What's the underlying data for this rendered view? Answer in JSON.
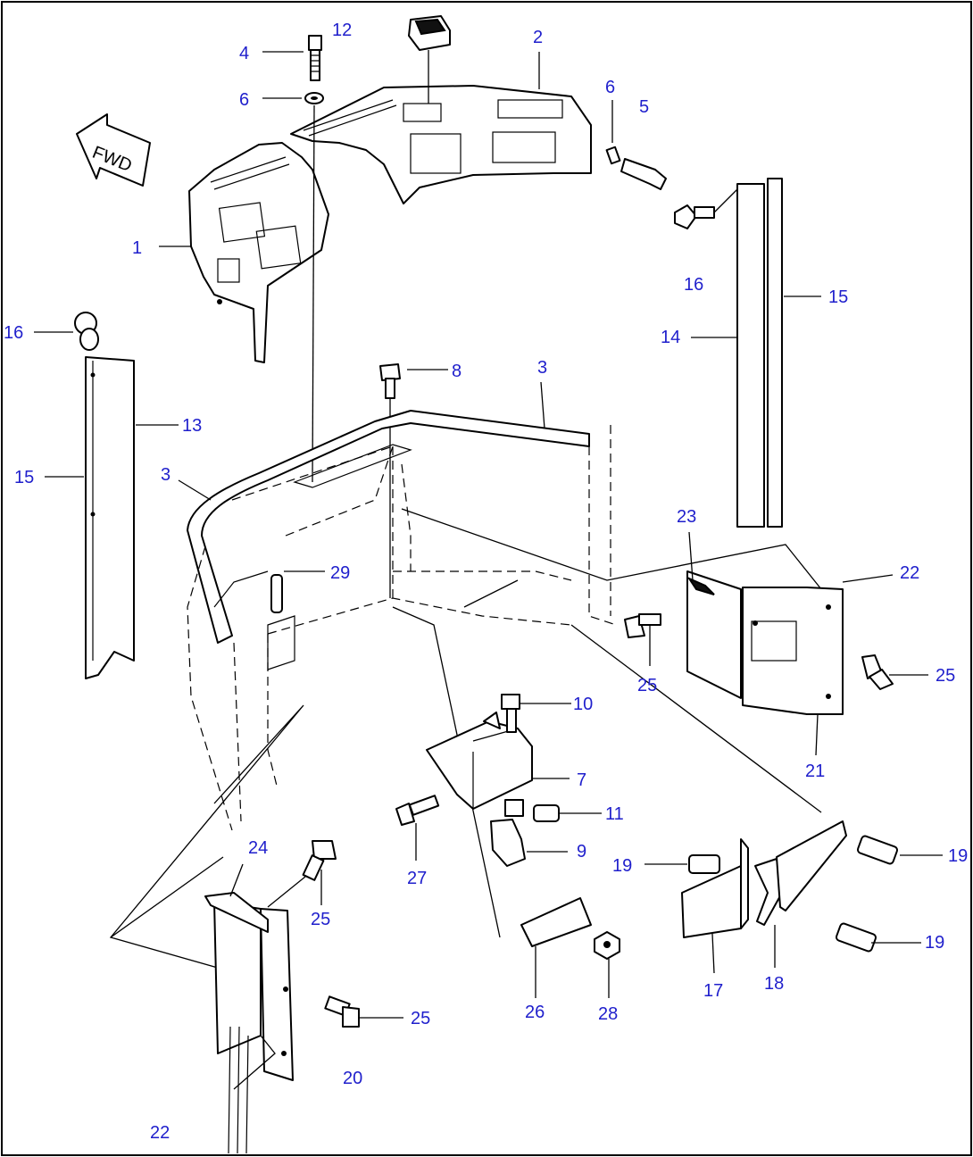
{
  "diagram": {
    "arrow_label": "FWD",
    "colors": {
      "callout": "#1f1fcc",
      "line": "#000000",
      "background": "#ffffff"
    },
    "callouts": [
      "1",
      "2",
      "3",
      "3",
      "4",
      "5",
      "6",
      "6",
      "7",
      "8",
      "9",
      "10",
      "11",
      "12",
      "13",
      "14",
      "15",
      "15",
      "16",
      "16",
      "17",
      "18",
      "19",
      "19",
      "19",
      "20",
      "21",
      "22",
      "22",
      "23",
      "24",
      "25",
      "25",
      "25",
      "25",
      "26",
      "27",
      "28",
      "29"
    ]
  }
}
